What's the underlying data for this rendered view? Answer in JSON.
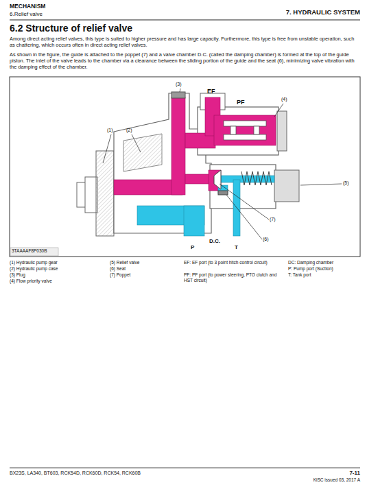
{
  "diagram": {
    "title": "6.2 Structure of relief valve",
    "labels": [
      "MECHANISM",
      "6.Relief valve",
      "7. HYDRAULIC SYSTEM",
      "Among direct acting relief valves, this type is suited to higher pressure and has large capacity. Furthermore, this type is free from unstable operation, such as chattering, which occurs often in direct acting relief valves.",
      "As shown in the figure, the guide is attached to the poppet (7) and a valve chamber D.C. (called the damping chamber) is formed at the top of the guide piston. The inlet of the valve leads to the chamber via a clearance between the sliding portion of the guide and the seat (6), minimizing valve vibration with the damping effect of the chamber.",
      "(3)",
      "EF",
      "PF",
      "(4)",
      "(1)",
      "(2)",
      "(5)",
      "(7)",
      "(6)",
      "P",
      "D.C.",
      "T",
      "3TAAAAF8P030B",
      "(1) Hydraulic pump gear",
      "(2) Hydraulic pump case",
      "(3) Plug",
      "(4) Flow priority valve",
      "(5) Relief valve",
      "(6) Seat",
      "(7) Poppet",
      "EF: EF port (to 3 point hitch control circuit)",
      "PF: PF port (to power steering, PTO clutch and HST circuit)",
      "DC: Damping chamber",
      "P: Pump port (Suction)",
      "T: Tank port",
      "BX23S, LA340, BT603, RCK54D, RCK60D, RCK54, RCK60B",
      "7-11",
      "KiSC issued 03, 2017 A"
    ]
  }
}
